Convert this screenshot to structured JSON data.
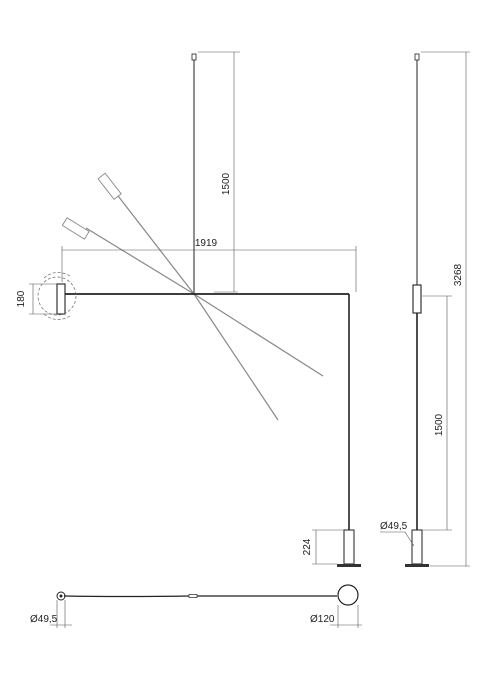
{
  "drawing": {
    "dimensions": {
      "upper_cable_length": "1500",
      "arm_span": "1919",
      "head_height": "180",
      "total_height": "3268",
      "column_height": "1500",
      "pole_diameter_side": "Ø49,5",
      "base_height": "224",
      "pole_diameter_plan": "Ø49,5",
      "base_diameter_plan": "Ø120"
    }
  }
}
